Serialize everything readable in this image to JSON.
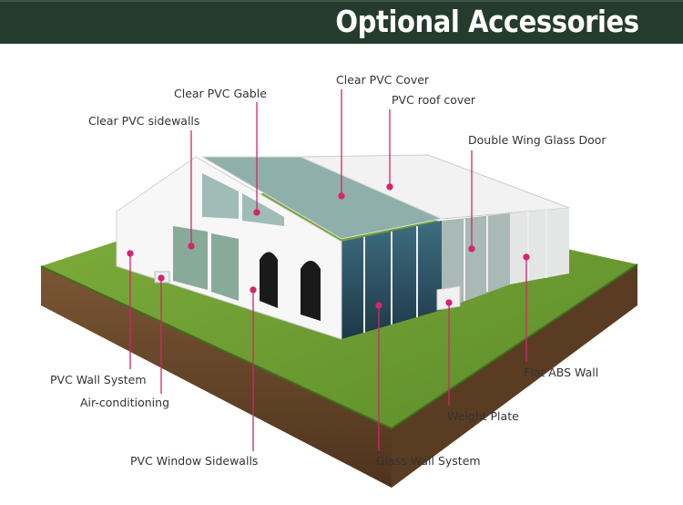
{
  "header": {
    "title": "Optional Accessories"
  },
  "colors": {
    "header_bg": "#253b2e",
    "callout": "#d6246e",
    "grass": "#6f9e34",
    "soil": "#6b4a2c"
  },
  "callouts": {
    "clear_pvc_gable": "Clear PVC Gable",
    "clear_pvc_sidewalls": "Clear PVC sidewalls",
    "clear_pvc_cover": "Clear PVC Cover",
    "pvc_roof_cover": "PVC roof cover",
    "double_wing_glass_door": "Double Wing Glass Door",
    "pvc_wall_system": "PVC Wall System",
    "air_conditioning": "Air-conditioning",
    "pvc_window_sidewalls": "PVC Window  Sidewalls",
    "glass_wall_system": "Glass Wall System",
    "weight_plate": "Weight Plate",
    "flat_abs_wall": "Flat ABS Wall"
  }
}
